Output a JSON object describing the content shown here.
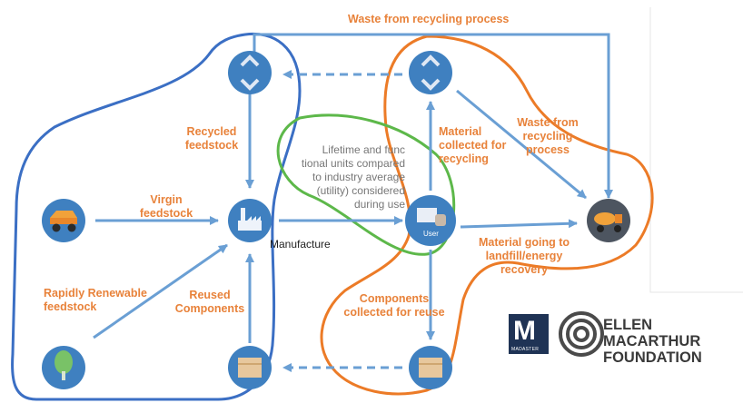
{
  "labels": {
    "waste_top": "Waste from recycling process",
    "recycled_feedstock": "Recycled\nfeedstock",
    "virgin_feedstock": "Virgin\nfeedstock",
    "rapidly_renewable": "Rapidly Renewable\nfeedstock",
    "reused_components": "Reused\nComponents",
    "material_collected": "Material\ncollected for\nrecycling",
    "waste_right": "Waste from\nrecycling\nprocess",
    "material_landfill": "Material going to\nlandfill/energy\nrecovery",
    "components_reuse": "Components\ncollected for reuse",
    "lifetime_note": "Lifetime and func\ntional units compared\nto industry average\n(utility) considered\nduring use",
    "manufacture": "Manufacture",
    "user": "User"
  },
  "logos": {
    "madaster_letter": "M",
    "madaster_name": "MADASTER",
    "emf_name": "ELLEN MACARTHUR\nFOUNDATION"
  },
  "colors": {
    "orange_text": "#e8823a",
    "blue_loop": "#3b6fc4",
    "orange_loop": "#ec7b27",
    "green_loop": "#5db84a",
    "arrow": "#6a9fd4",
    "node_blue": "#3f80c0",
    "node_grey": "#4d5560"
  },
  "icons": [
    "recycle-icon",
    "factory-icon",
    "truck-icon",
    "tree-icon",
    "box-icon",
    "computer-icon",
    "mixer-truck-icon"
  ]
}
